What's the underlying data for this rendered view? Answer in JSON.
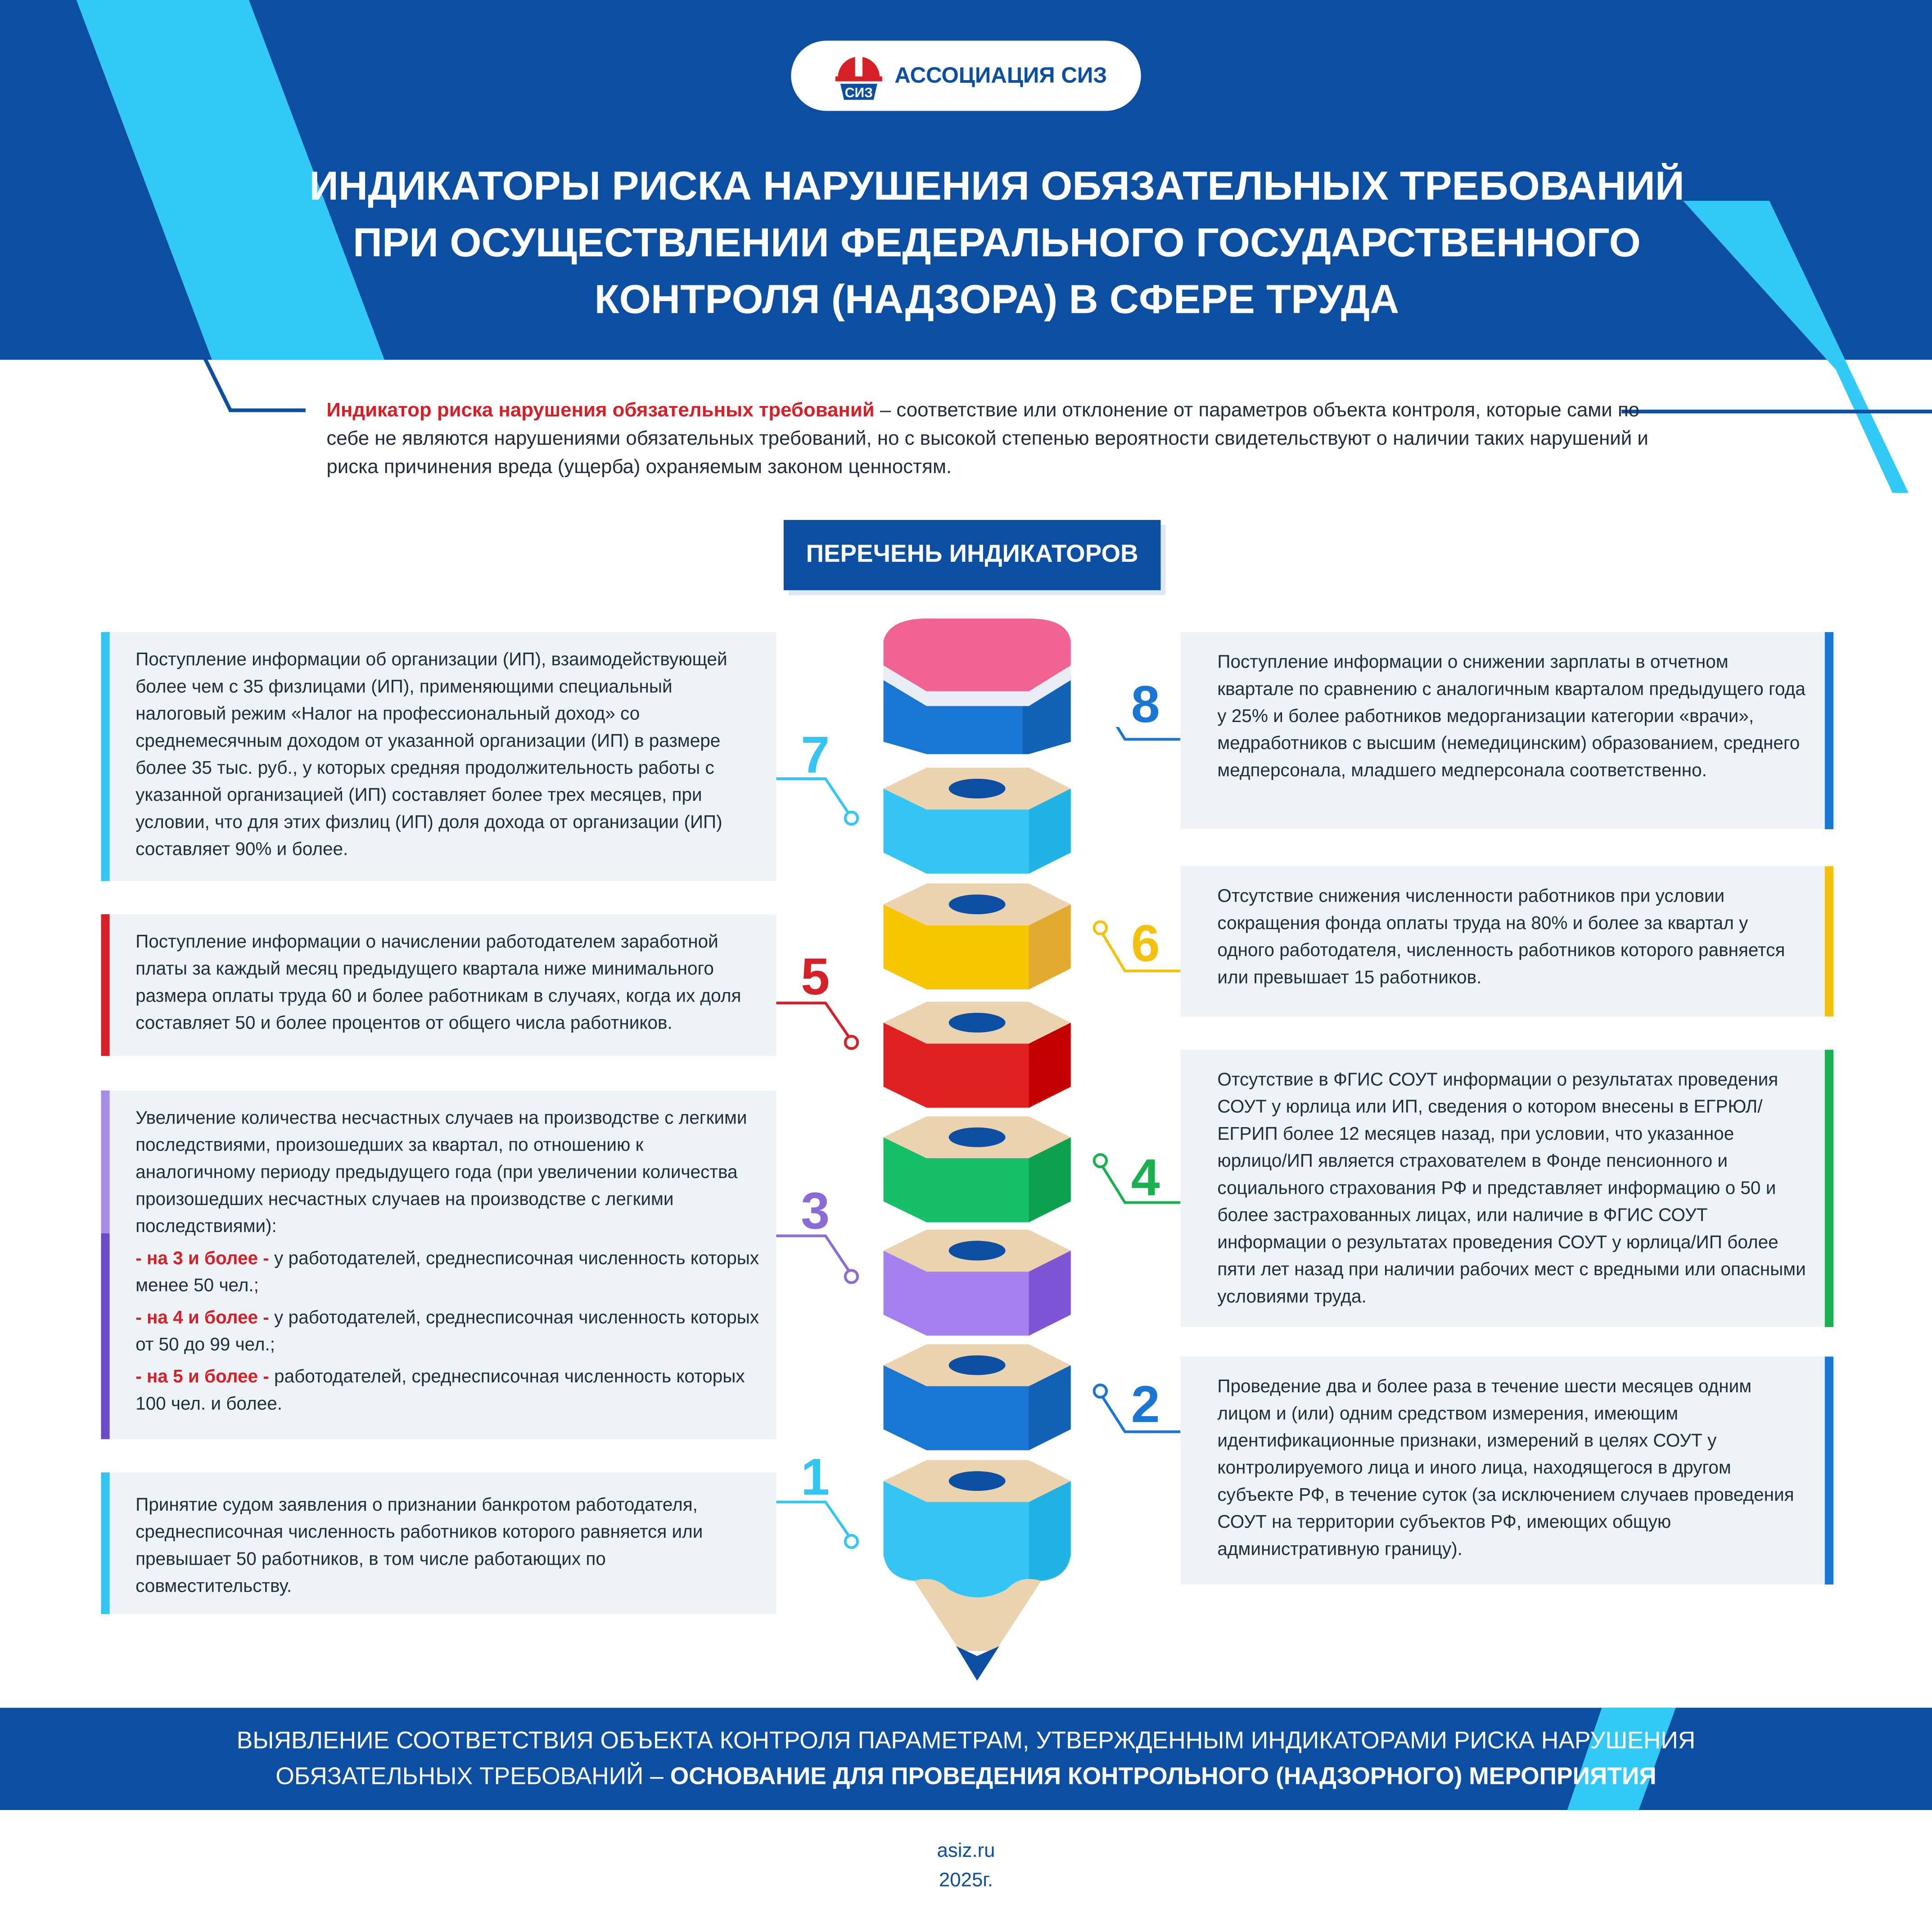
{
  "header": {
    "brand": "АССОЦИАЦИЯ СИЗ",
    "title_lines": [
      "ИНДИКАТОРЫ РИСКА НАРУШЕНИЯ ОБЯЗАТЕЛЬНЫХ ТРЕБОВАНИЙ",
      "ПРИ ОСУЩЕСТВЛЕНИИ ФЕДЕРАЛЬНОГО ГОСУДАРСТВЕННОГО",
      "КОНТРОЛЯ (НАДЗОРА) В СФЕРЕ ТРУДА"
    ]
  },
  "definition": {
    "term": "Индикатор риска нарушения обязательных требований",
    "text": " – соответствие или отклонение от параметров объекта контроля, которые сами по себе не являются нарушениями обязательных требований, но с высокой степенью вероятности свидетельствуют о наличии таких нарушений и риска причинения вреда (ущерба) охраняемым законом ценностям."
  },
  "list_title": "ПЕРЕЧЕНЬ ИНДИКАТОРОВ",
  "colors": {
    "brand_blue": "#0b4ea2",
    "red": "#d62027",
    "ind1": "#35c5f4",
    "ind2": "#1976d2",
    "ind3": "#8a6bd8",
    "ind4": "#1bb04f",
    "ind5": "#d62027",
    "ind6": "#f4c20d",
    "ind7": "#35c5f4",
    "ind8": "#1976d2",
    "eraser": "#f06292"
  },
  "indicators": {
    "i1": {
      "num": "1",
      "text": "Принятие судом заявления о признании банкротом работодателя, среднесписочная численность работников которого равняется или превышает 50 работников, в том числе работающих по совместительству."
    },
    "i2": {
      "num": "2",
      "text": "Проведение два и более раза в течение шести месяцев одним лицом и (или) одним средством измерения, имеющим идентификационные признаки, измерений в целях СОУТ у контролируемого лица и иного лица, находящегося в другом субъекте РФ, в течение суток (за исключением случаев проведения СОУТ на территории субъектов РФ, имеющих общую административную границу)."
    },
    "i3": {
      "num": "3",
      "intro": "Увеличение количества несчастных случаев на производстве с легкими последствиями, произошедших за квартал, по отношению к аналогичному периоду предыдущего года (при увеличении количества произошедших несчастных случаев на производстве с легкими последствиями):",
      "items": [
        {
          "lead": "- на 3 и более -",
          "text": " у работодателей, среднесписочная численность которых менее 50 чел.;"
        },
        {
          "lead": "- на 4 и более -",
          "text": " у работодателей, среднесписочная численность которых от 50 до 99 чел.;"
        },
        {
          "lead": "- на 5 и более -",
          "text": "  работодателей, среднесписочная численность которых 100 чел. и более."
        }
      ]
    },
    "i4": {
      "num": "4",
      "text": "Отсутствие в ФГИС СОУТ информации о результатах проведения СОУТ у юрлица или ИП, сведения о котором внесены в ЕГРЮЛ/ЕГРИП более 12 месяцев назад, при условии, что указанное юрлицо/ИП является страхователем в Фонде пенсионного и социального страхования РФ и представляет информацию о 50 и более застрахованных лицах, или наличие в ФГИС СОУТ информации о результатах проведения СОУТ у юрлица/ИП более пяти лет назад при наличии рабочих мест с вредными или опасными условиями труда."
    },
    "i5": {
      "num": "5",
      "text": "Поступление информации о начислении работодателем заработной платы за каждый месяц предыдущего квартала ниже минимального размера оплаты труда 60 и более работникам в случаях, когда их доля составляет 50 и более процентов от общего числа работников."
    },
    "i6": {
      "num": "6",
      "text": "Отсутствие снижения численности работников при условии сокращения фонда оплаты труда на 80% и более за квартал у одного работодателя, численность работников которого равняется или превышает 15 работников."
    },
    "i7": {
      "num": "7",
      "text": "Поступление информации об организации (ИП), взаимодействующей более чем с 35 физлицами (ИП), применяющими специальный налоговый режим «Налог на профессиональный доход» со среднемесячным доходом от указанной организации (ИП) в размере более 35 тыс. руб., у которых средняя продолжительность работы с указанной организацией (ИП) составляет более трех месяцев, при условии, что для этих физлиц (ИП) доля дохода от организации (ИП) составляет 90% и более."
    },
    "i8": {
      "num": "8",
      "text": "Поступление информации о снижении зарплаты в отчетном квартале по сравнению с аналогичным кварталом предыдущего года у 25% и более работников медорганизации категории «врачи», медработников с высшим (немедицинским) образованием, среднего медперсонала, младшего медперсонала соответственно."
    }
  },
  "footer": {
    "line1": "ВЫЯВЛЕНИЕ СООТВЕТСТВИЯ ОБЪЕКТА КОНТРОЛЯ ПАРАМЕТРАМ, УТВЕРЖДЕННЫМ ИНДИКАТОРАМИ РИСКА НАРУШЕНИЯ",
    "line2_plain": "ОБЯЗАТЕЛЬНЫХ ТРЕБОВАНИЙ – ",
    "line2_bold": "ОСНОВАНИЕ ДЛЯ ПРОВЕДЕНИЯ КОНТРОЛЬНОГО (НАДЗОРНОГО) МЕРОПРИЯТИЯ",
    "site": "asiz.ru",
    "year": "2025г."
  }
}
